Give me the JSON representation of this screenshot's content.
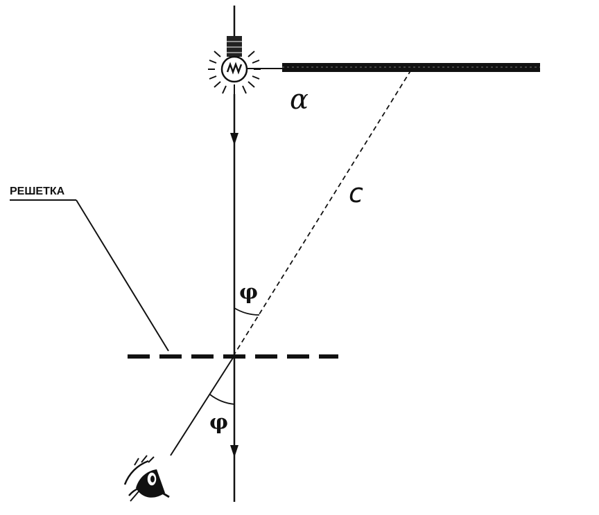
{
  "labels": {
    "grating": "РЕШЕТКА",
    "alpha": "α",
    "c": "c",
    "phi_upper": "φ",
    "phi_lower": "φ"
  },
  "icons": {
    "source": "light-bulb-icon",
    "observer": "eye-icon"
  },
  "colors": {
    "ink": "#111111",
    "background": "#ffffff"
  }
}
